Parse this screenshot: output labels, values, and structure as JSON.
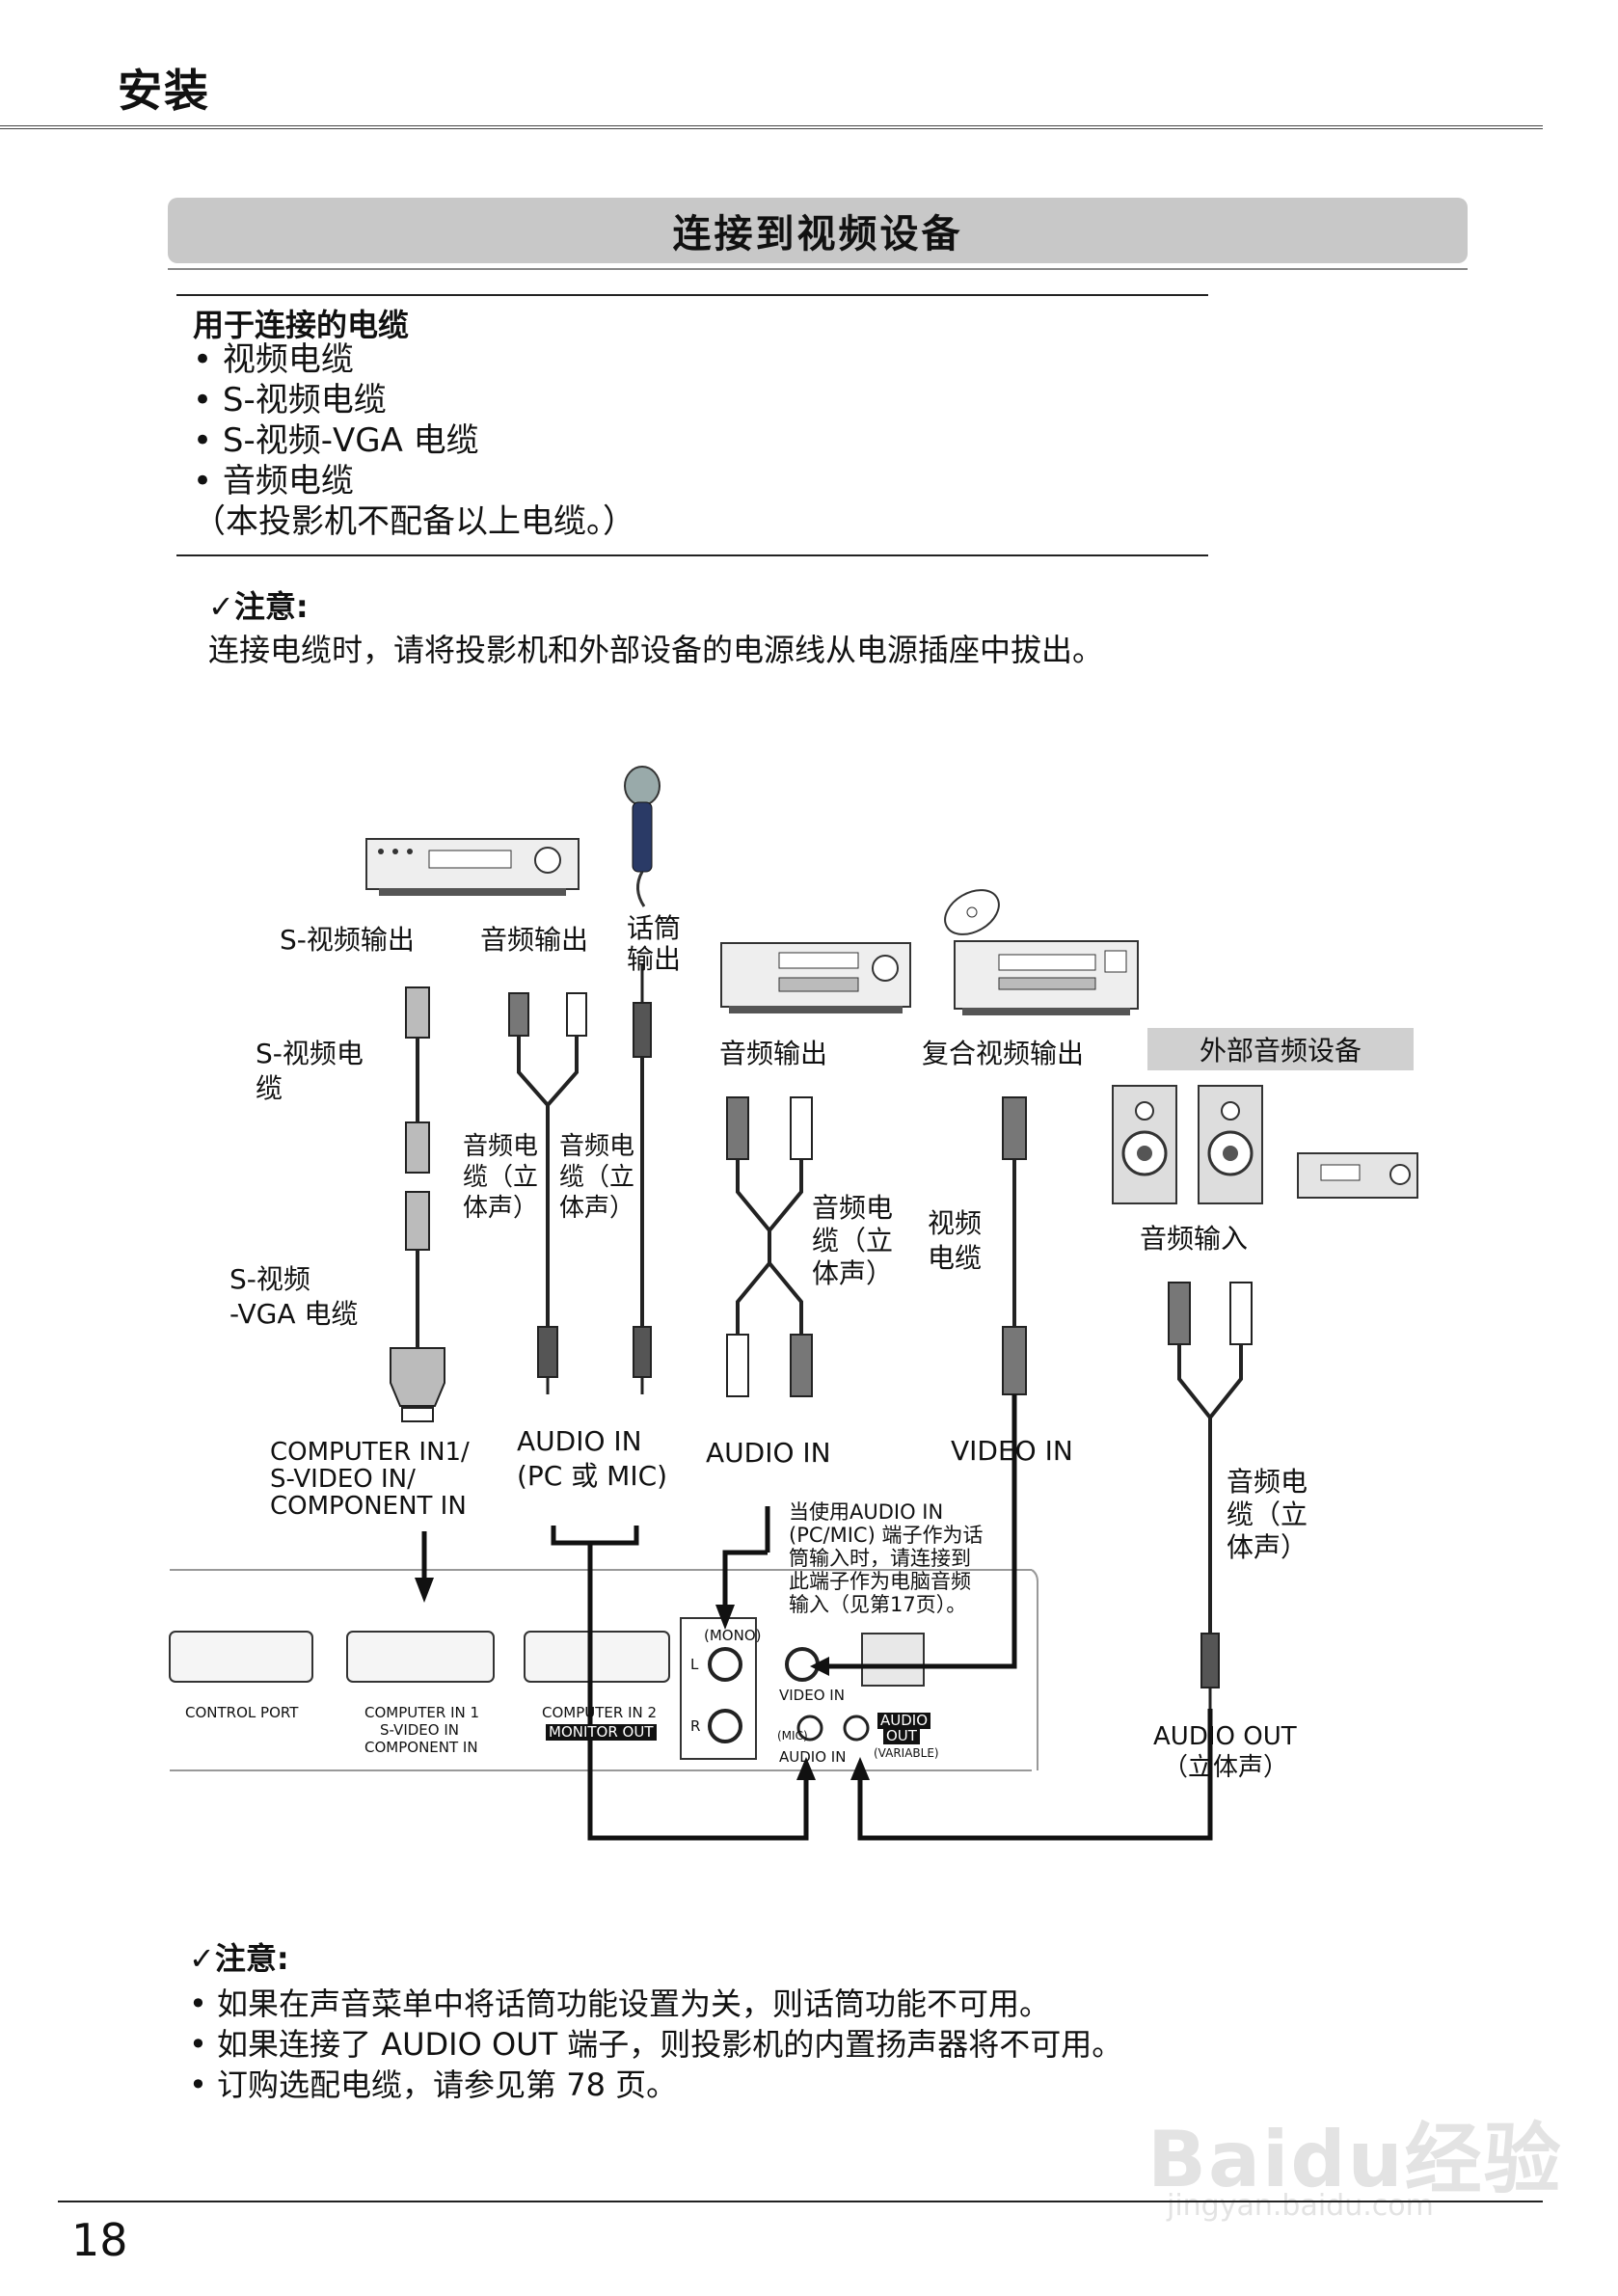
{
  "header": {
    "section": "安装"
  },
  "banner": {
    "title": "连接到视频设备"
  },
  "cables": {
    "title": "用于连接的电缆",
    "items": [
      "• 视频电缆",
      "• S-视频电缆",
      "• S-视频-VGA 电缆",
      "• 音频电缆"
    ],
    "footnote": "（本投影机不配备以上电缆。）"
  },
  "note1": {
    "title": "✓注意:",
    "text": "连接电缆时，请将投影机和外部设备的电源线从电源插座中拔出。"
  },
  "diagram": {
    "s_video_out": "S-视频输出",
    "audio_out_1": "音频输出",
    "mic_out_1": "话筒",
    "mic_out_2": "输出",
    "s_video_cable_1": "S-视频电",
    "s_video_cable_2": "缆",
    "audio_cable_a_1": "音频电",
    "audio_cable_a_2": "缆（立",
    "audio_cable_a_3": "体声）",
    "audio_cable_b_1": "音频电",
    "audio_cable_b_2": "缆（立",
    "audio_cable_b_3": "体声）",
    "s_video_vga_1": "S-视频",
    "s_video_vga_2": "-VGA 电缆",
    "audio_out_2": "音频输出",
    "composite_out": "复合视频输出",
    "ext_audio": "外部音频设备",
    "audio_cable_c_1": "音频电",
    "audio_cable_c_2": "缆（立",
    "audio_cable_c_3": "体声）",
    "video_cable_1": "视频",
    "video_cable_2": "电缆",
    "audio_input": "音频输入",
    "computer_in_1": "COMPUTER IN1/",
    "computer_in_2": "S-VIDEO IN/",
    "computer_in_3": "COMPONENT IN",
    "audio_in_pcmic_1": "AUDIO IN",
    "audio_in_pcmic_2": "(PC 或 MIC)",
    "audio_in": "AUDIO IN",
    "video_in": "VIDEO IN",
    "hint_1": "当使用AUDIO IN",
    "hint_2": "(PC/MIC) 端子作为话",
    "hint_3": "筒输入时，请连接到",
    "hint_4": "此端子作为电脑音频",
    "hint_5": "输入（见第17页）。",
    "audio_cable_d_1": "音频电",
    "audio_cable_d_2": "缆（立",
    "audio_cable_d_3": "体声）",
    "audio_out_stereo_1": "AUDIO OUT",
    "audio_out_stereo_2": "（立体声）",
    "panel_control_port": "CONTROL PORT",
    "panel_comp1_1": "COMPUTER IN 1",
    "panel_comp1_2": "S-VIDEO IN",
    "panel_comp1_3": "COMPONENT IN",
    "panel_comp2": "COMPUTER IN 2",
    "panel_monitor_out": "MONITOR OUT",
    "panel_mono": "(MONO)",
    "panel_l": "L",
    "panel_r": "R",
    "panel_video_in": "VIDEO IN",
    "panel_mic": "(MIC)",
    "panel_audio_in": "AUDIO IN",
    "panel_audio_out_1": "AUDIO",
    "panel_audio_out_2": "OUT",
    "panel_variable": "(VARIABLE)"
  },
  "note2": {
    "title": "✓注意:",
    "items": [
      "• 如果在声音菜单中将话筒功能设置为关，则话筒功能不可用。",
      "• 如果连接了 AUDIO OUT 端子，则投影机的内置扬声器将不可用。",
      "• 订购选配电缆，请参见第 78 页。"
    ]
  },
  "footer": {
    "page_number": "18"
  },
  "watermark": {
    "brand": "Baidu经验",
    "url": "jingyan.baidu.com"
  }
}
